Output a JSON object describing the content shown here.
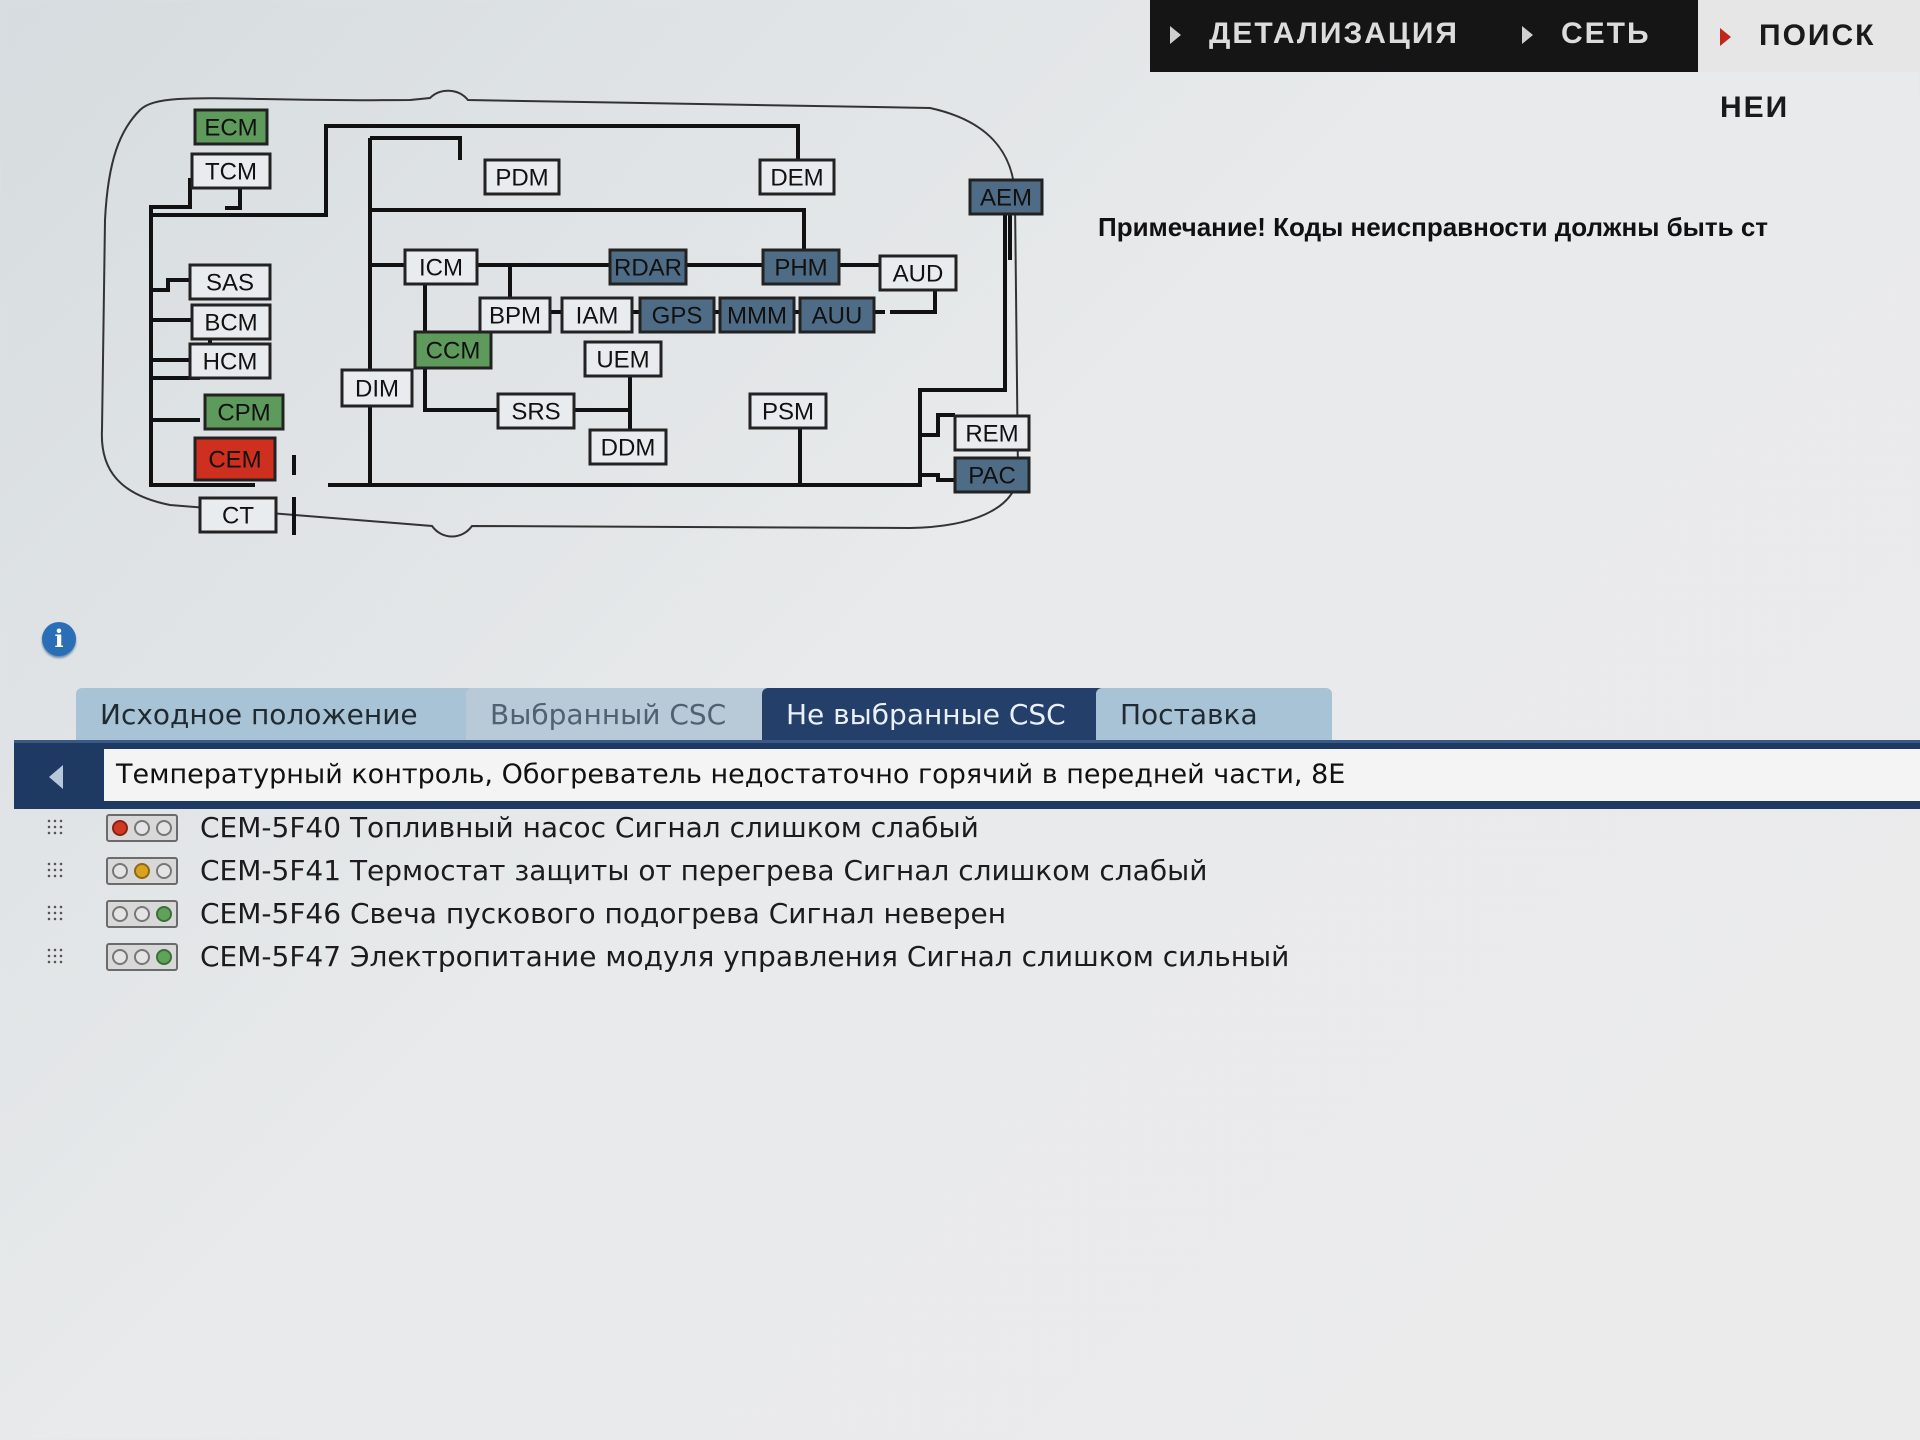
{
  "top_nav": {
    "items": [
      "ДЕТАЛИЗАЦИЯ",
      "СЕТЬ",
      "ПОИСК НЕИ"
    ]
  },
  "network_diagram": {
    "modules": [
      {
        "label": "ECM",
        "state": "ok"
      },
      {
        "label": "TCM",
        "state": "neutral"
      },
      {
        "label": "SAS",
        "state": "neutral"
      },
      {
        "label": "BCM",
        "state": "neutral"
      },
      {
        "label": "HCM",
        "state": "neutral"
      },
      {
        "label": "CPM",
        "state": "ok"
      },
      {
        "label": "CEM",
        "state": "fault"
      },
      {
        "label": "CT",
        "state": "neutral"
      },
      {
        "label": "DIM",
        "state": "neutral"
      },
      {
        "label": "PDM",
        "state": "neutral"
      },
      {
        "label": "DEM",
        "state": "neutral"
      },
      {
        "label": "AEM",
        "state": "no-response"
      },
      {
        "label": "ICM",
        "state": "neutral"
      },
      {
        "label": "RDAR",
        "state": "no-response"
      },
      {
        "label": "PHM",
        "state": "no-response"
      },
      {
        "label": "AUD",
        "state": "neutral"
      },
      {
        "label": "BPM",
        "state": "neutral"
      },
      {
        "label": "IAM",
        "state": "neutral"
      },
      {
        "label": "GPS",
        "state": "no-response"
      },
      {
        "label": "MMM",
        "state": "no-response"
      },
      {
        "label": "AUU",
        "state": "no-response"
      },
      {
        "label": "CCM",
        "state": "ok"
      },
      {
        "label": "UEM",
        "state": "neutral"
      },
      {
        "label": "SRS",
        "state": "neutral"
      },
      {
        "label": "DDM",
        "state": "neutral"
      },
      {
        "label": "PSM",
        "state": "neutral"
      },
      {
        "label": "REM",
        "state": "neutral"
      },
      {
        "label": "PAC",
        "state": "no-response"
      }
    ],
    "colors": {
      "ok": "#5e9a5b",
      "fault": "#cf2f1f",
      "no-response": "#4f6c86",
      "neutral": "#e9ecee"
    }
  },
  "note": "Примечание! Коды неисправности должны быть ст",
  "info_icon": "info-icon",
  "tabs": [
    {
      "label": "Исходное положение",
      "active": false
    },
    {
      "label": "Выбранный CSC",
      "active": false
    },
    {
      "label": "Не выбранные CSC",
      "active": true
    },
    {
      "label": "Поставка",
      "active": false
    }
  ],
  "selection_bar": {
    "back_icon": "chevron-left-icon",
    "value": "Температурный контроль, Обогреватель недостаточно горячий в передней части, 8E"
  },
  "dtc_list": [
    {
      "text": "CEM-5F40 Топливный насос Сигнал слишком слабый",
      "status": "red"
    },
    {
      "text": "CEM-5F41 Термостат защиты от перегрева Сигнал слишком слабый",
      "status": "amber"
    },
    {
      "text": "CEM-5F46 Свеча пускового подогрева Сигнал неверен",
      "status": "green"
    },
    {
      "text": "CEM-5F47 Электропитание модуля управления Сигнал слишком сильный",
      "status": "green"
    }
  ]
}
